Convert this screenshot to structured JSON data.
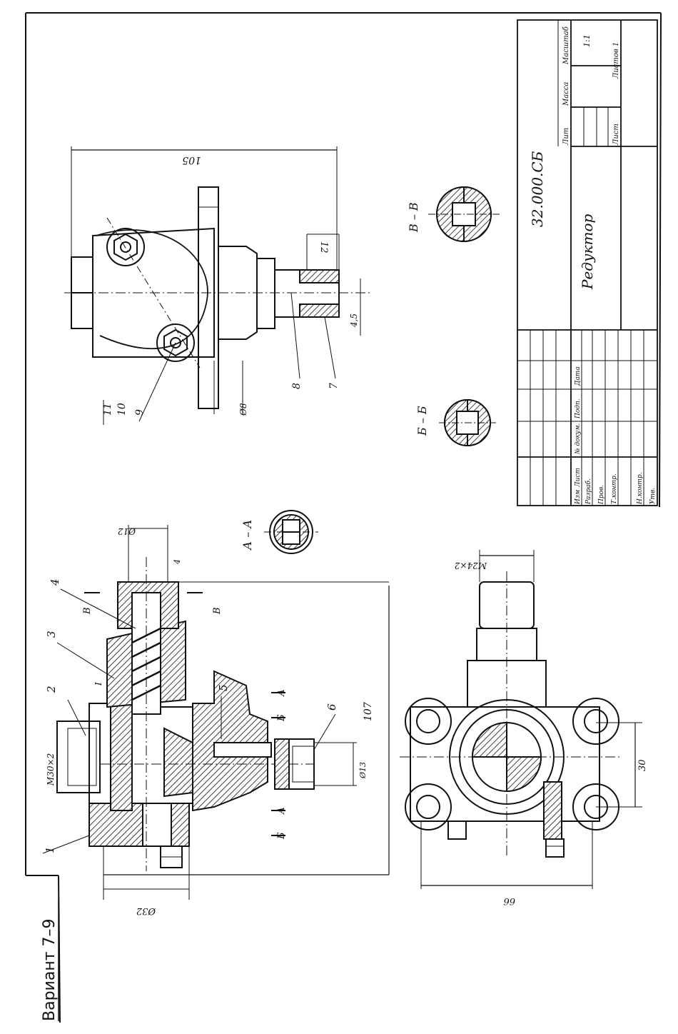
{
  "variant": "Вариант 7–9",
  "title_block": {
    "designation": "32.000.СБ",
    "name": "Редуктор",
    "lit_label": "Лит",
    "mass_label": "Масса",
    "scale_label": "Масштаб",
    "scale_value": "1:1",
    "sheet_label": "Лист",
    "sheets_label": "Листов 1",
    "col_izm": "Изм",
    "col_list": "Лист",
    "col_doc": "№ докум.",
    "col_sign": "Подп.",
    "col_date": "Дата",
    "role_razrab": "Разраб.",
    "role_prov": "Пров.",
    "role_tkontr": "Т.контр.",
    "role_nkontr": "Н.контр.",
    "role_utv": "Утв."
  },
  "sections": {
    "aa": "А – А",
    "bb": "Б – Б",
    "vv": "В – В",
    "cut_a": "А",
    "cut_b": "Б",
    "cut_v": "В"
  },
  "dimensions": {
    "d105": "105",
    "d12": "12",
    "d45": "4,5",
    "dia8": "Ø8",
    "dia12": "Ø12",
    "dia13": "Ø13",
    "dia32": "Ø32",
    "m30": "М30×2",
    "m24": "М24×2",
    "d107": "107",
    "d30": "30",
    "d66": "66",
    "d4": "4"
  },
  "callouts": {
    "p1": "1",
    "p2": "2",
    "p3": "3",
    "p4": "4",
    "p5": "5",
    "p6": "6",
    "p7": "7",
    "p8": "8",
    "p9": "9",
    "p10": "10",
    "p11": "11",
    "roman1": "I"
  }
}
